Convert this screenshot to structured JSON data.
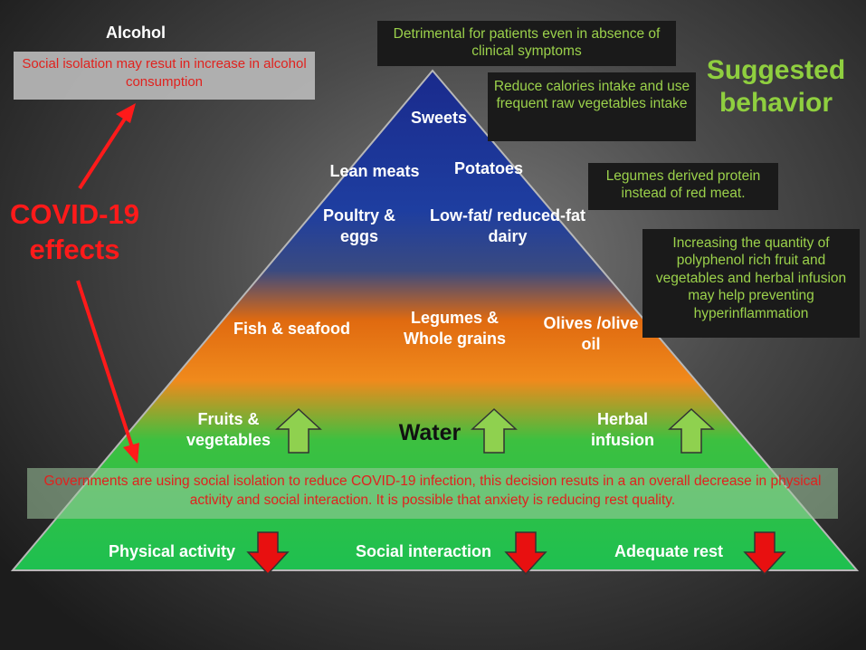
{
  "alcohol": {
    "title": "Alcohol",
    "note": "Social isolation may resut in increase in alcohol consumption"
  },
  "covid_label": "COVID-19 effects",
  "suggested_title": "Suggested behavior",
  "suggestions": [
    "Detrimental for patients even in absence of clinical symptoms",
    "Reduce calories intake and use frequent raw vegetables intake",
    "Legumes derived protein instead of red meat.",
    "Increasing the quantity of polyphenol rich fruit and vegetables and herbal infusion may help preventing hyperinflammation"
  ],
  "pyramid": {
    "sweets": "Sweets",
    "lean_meats": "Lean meats",
    "potatoes": "Potatoes",
    "poultry_eggs": "Poultry & eggs",
    "low_fat_dairy": "Low-fat/ reduced-fat dairy",
    "fish_seafood": "Fish & seafood",
    "legumes_grains": "Legumes & Whole grains",
    "olives": "Olives /olive oil",
    "fruits_vegetables": "Fruits & vegetables",
    "water": "Water",
    "herbal_infusion": "Herbal infusion",
    "physical_activity": "Physical activity",
    "social_interaction": "Social interaction",
    "adequate_rest": "Adequate rest"
  },
  "government_note": "Governments are using social isolation to reduce COVID-19 infection, this decision resuts in a an overall decrease in physical activity and social interaction. It is possible that anxiety is reducing rest quality.",
  "colors": {
    "arrow_up": "#8fd14f",
    "arrow_down": "#e81010",
    "covid_red": "#ff1a1a",
    "suggest_green": "#9bd14b"
  }
}
